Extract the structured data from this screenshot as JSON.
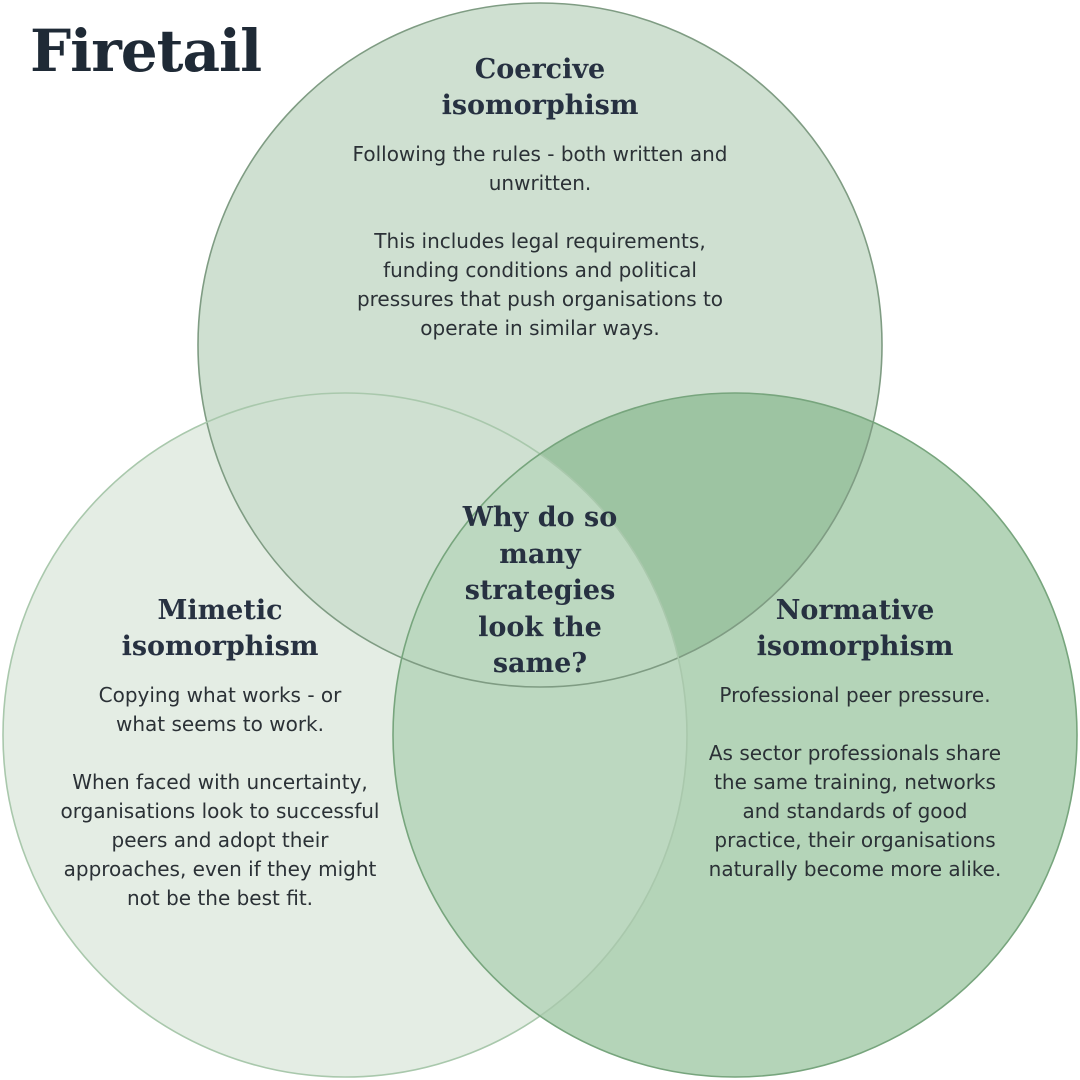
{
  "brand": {
    "logo_text": "Firetail"
  },
  "center": {
    "question": "Why do so many strategies look the same?"
  },
  "circles": {
    "coercive": {
      "title": "Coercive isomorphism",
      "desc_1": "Following the rules - both written and unwritten.",
      "desc_2": "This includes legal requirements, funding conditions and political pressures that push organisations to operate in similar ways."
    },
    "mimetic": {
      "title": "Mimetic isomorphism",
      "desc_1": "Copying what works - or what seems to work.",
      "desc_2": "When faced with uncertainty, organisations look to successful peers and adopt their approaches, even if they might not be the best fit."
    },
    "normative": {
      "title": "Normative isomorphism",
      "desc_1": "Professional peer pressure.",
      "desc_2": "As sector professionals share the same training, networks and standards of good practice, their organisations naturally become more alike."
    }
  },
  "colors": {
    "coercive_fill": "#cfe0d1",
    "mimetic_fill": "#e4ede4",
    "normative_fill": "#b4d4b8",
    "coercive_normative_overlap": "#9dc4a2",
    "mimetic_normative_overlap": "#bcd8c0",
    "coercive_stroke": "#7f9c83",
    "mimetic_stroke": "#a9c8ac",
    "normative_stroke": "#77a57d"
  }
}
